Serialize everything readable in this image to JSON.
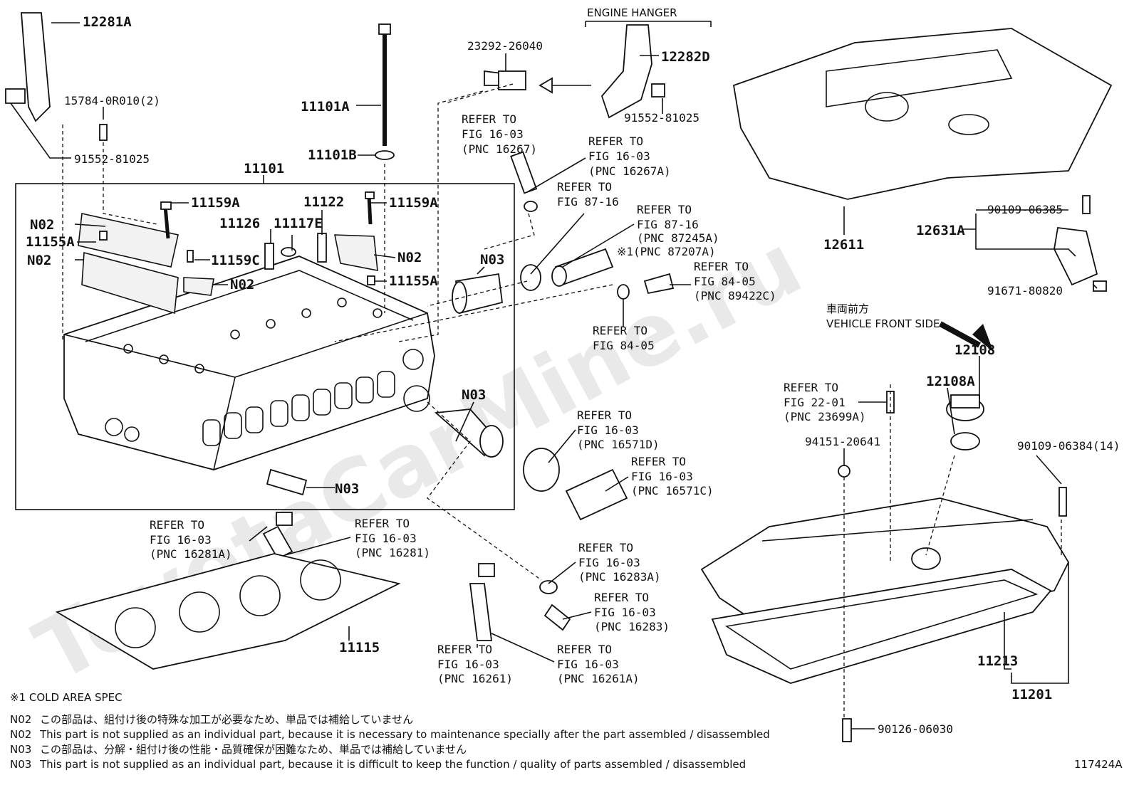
{
  "watermark": "ToyotaCarMine.ru",
  "engine_hanger_title": "ENGINE HANGER",
  "parts": {
    "p12281A": "12281A",
    "p15784": "15784-0R010(2)",
    "p91552a": "91552-81025",
    "p91552b": "91552-81025",
    "p11101A": "11101A",
    "p11101B": "11101B",
    "p11101": "11101",
    "p23292": "23292-26040",
    "p12282D": "12282D",
    "p11159A_a": "11159A",
    "p11159A_b": "11159A",
    "p11159C": "11159C",
    "p11126": "11126",
    "p11117E": "11117E",
    "p11122": "11122",
    "p11155A_a": "11155A",
    "p11155A_b": "11155A",
    "n02_a": "N02",
    "n02_b": "N02",
    "n02_c": "N02",
    "n02_d": "N02",
    "n03_a": "N03",
    "n03_b": "N03",
    "n03_c": "N03",
    "p11115": "11115",
    "p12611": "12611",
    "p12631A": "12631A",
    "p90109_06385": "90109-06385",
    "p91671": "91671-80820",
    "p12108": "12108",
    "p12108A": "12108A",
    "p94151": "94151-20641",
    "p90109_06384": "90109-06384(14)",
    "p11213": "11213",
    "p11201": "11201",
    "p90126": "90126-06030"
  },
  "refs": [
    {
      "l1": "REFER TO",
      "l2": "FIG 16-03",
      "l3": "(PNC 16267)"
    },
    {
      "l1": "REFER TO",
      "l2": "FIG 16-03",
      "l3": "(PNC 16267A)"
    },
    {
      "l1": "REFER TO",
      "l2": "FIG 87-16",
      "l3": ""
    },
    {
      "l1": "REFER TO",
      "l2": "FIG 87-16",
      "l3": "(PNC 87245A)",
      "l4": "※1(PNC 87207A)"
    },
    {
      "l1": "REFER TO",
      "l2": "FIG 84-05",
      "l3": "(PNC 89422C)"
    },
    {
      "l1": "REFER TO",
      "l2": "FIG 84-05",
      "l3": ""
    },
    {
      "l1": "REFER TO",
      "l2": "FIG 16-03",
      "l3": "(PNC 16571D)"
    },
    {
      "l1": "REFER TO",
      "l2": "FIG 16-03",
      "l3": "(PNC 16571C)"
    },
    {
      "l1": "REFER TO",
      "l2": "FIG 16-03",
      "l3": "(PNC 16281A)"
    },
    {
      "l1": "REFER TO",
      "l2": "FIG 16-03",
      "l3": "(PNC 16281)"
    },
    {
      "l1": "REFER TO",
      "l2": "FIG 16-03",
      "l3": "(PNC 16283A)"
    },
    {
      "l1": "REFER TO",
      "l2": "FIG 16-03",
      "l3": "(PNC 16283)"
    },
    {
      "l1": "REFER TO",
      "l2": "FIG 16-03",
      "l3": "(PNC 16261)"
    },
    {
      "l1": "REFER TO",
      "l2": "FIG 16-03",
      "l3": "(PNC 16261A)"
    },
    {
      "l1": "REFER TO",
      "l2": "FIG 22-01",
      "l3": "(PNC 23699A)"
    }
  ],
  "vehicle_front": {
    "jp": "車両前方",
    "en": "VEHICLE FRONT SIDE"
  },
  "notes": {
    "cold": "※1 COLD AREA SPEC",
    "n02_jp": "この部品は、組付け後の特殊な加工が必要なため、単品では補給していません",
    "n02_en": "This part is not supplied as an individual part, because it is necessary to maintenance specially after the part assembled / disassembled",
    "n03_jp": "この部品は、分解・組付け後の性能・品質確保が困難なため、単品では補給していません",
    "n03_en": "This part is not supplied as an individual part, because it is difficult to keep the function / quality of parts  assembled / disassembled",
    "tag_n02": "N02",
    "tag_n03": "N03"
  },
  "figure_id": "117424A"
}
